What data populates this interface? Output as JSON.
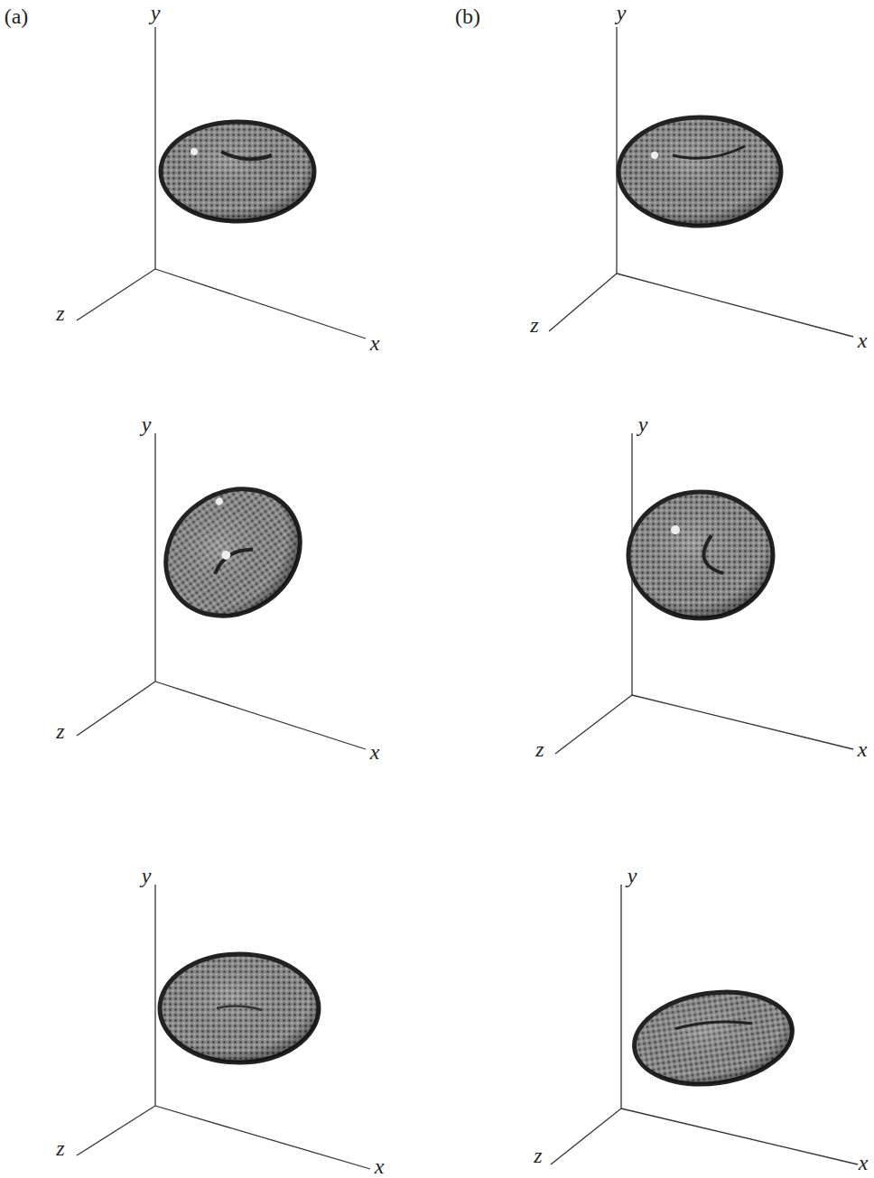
{
  "diagram": {
    "labels": [
      "(a)",
      "y",
      "(b)",
      "y",
      "z",
      "x",
      "z",
      "x",
      "y",
      "y",
      "z",
      "x",
      "z",
      "x",
      "y",
      "y",
      "z",
      "x",
      "z",
      "x"
    ]
  }
}
